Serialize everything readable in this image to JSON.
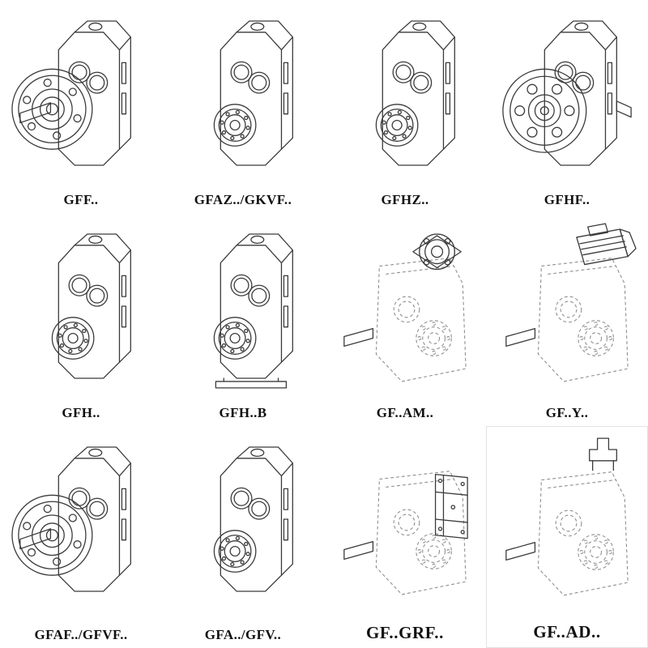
{
  "style": {
    "background": "#ffffff",
    "line_color": "#3a3a3a",
    "ghost_line_color": "#8f8f8f",
    "label_color": "#101010"
  },
  "grid": {
    "rows": 3,
    "columns": 4,
    "items": [
      {
        "label": "GFF..",
        "variant": "flange-solid",
        "drawing": "gearbox-output-flange-front"
      },
      {
        "label": "GFAZ../GKVF..",
        "variant": "bores-solid",
        "drawing": "gearbox-shaft-mounted-front-bores"
      },
      {
        "label": "GFHZ..",
        "variant": "bores-solid",
        "drawing": "gearbox-hollow-shaft-front-bores"
      },
      {
        "label": "GFHF..",
        "variant": "flange-alt",
        "drawing": "gearbox-hollow-shaft-flange"
      },
      {
        "label": "GFH..",
        "variant": "bores-solid",
        "drawing": "gearbox-hollow-shaft"
      },
      {
        "label": "GFH..B",
        "variant": "bores-foot",
        "drawing": "gearbox-hollow-shaft-foot-mounted"
      },
      {
        "label": "GF..AM..",
        "variant": "ghost-flange",
        "drawing": "gearbox-ghost-with-motor-flange"
      },
      {
        "label": "GF..Y..",
        "variant": "ghost-motor",
        "drawing": "gearbox-ghost-with-motor"
      },
      {
        "label": "GFAF../GFVF..",
        "variant": "flange-solid",
        "drawing": "gearbox-flange-variants"
      },
      {
        "label": "GFA../GFV..",
        "variant": "bores-solid",
        "drawing": "gearbox-shaft-mounted-variants"
      },
      {
        "label": "GF..GRF..",
        "variant": "ghost-cover",
        "drawing": "gearbox-ghost-with-cover"
      },
      {
        "label": "GF..AD..",
        "variant": "ghost-adapter",
        "drawing": "gearbox-ghost-with-input-adapter"
      }
    ]
  }
}
